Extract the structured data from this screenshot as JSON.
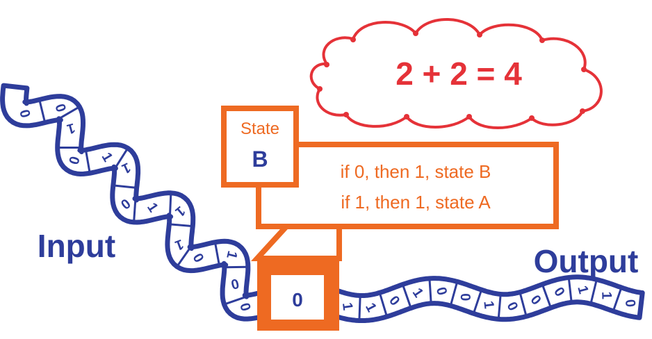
{
  "thought": {
    "text": "2 + 2 = 4"
  },
  "state_box": {
    "title": "State",
    "value": "B"
  },
  "rules": [
    {
      "text": "if 0, then 1, state B"
    },
    {
      "text": "if 1, then 1, state A"
    }
  ],
  "head": {
    "symbol": "0"
  },
  "labels": {
    "input": "Input",
    "output": "Output"
  },
  "input_tape": [
    "0",
    "0",
    "1",
    "0",
    "1",
    "1",
    "0",
    "1",
    "1",
    "1",
    "0",
    "1",
    "0",
    "0"
  ],
  "output_tape": [
    "1",
    "1",
    "0",
    "1",
    "0",
    "0",
    "1",
    "0",
    "0",
    "0",
    "1",
    "1",
    "0"
  ],
  "colors": {
    "tape": "#2E3D9B",
    "head": "#EE6A22",
    "cloud": "#E53238",
    "text": "#2E3D9B"
  }
}
